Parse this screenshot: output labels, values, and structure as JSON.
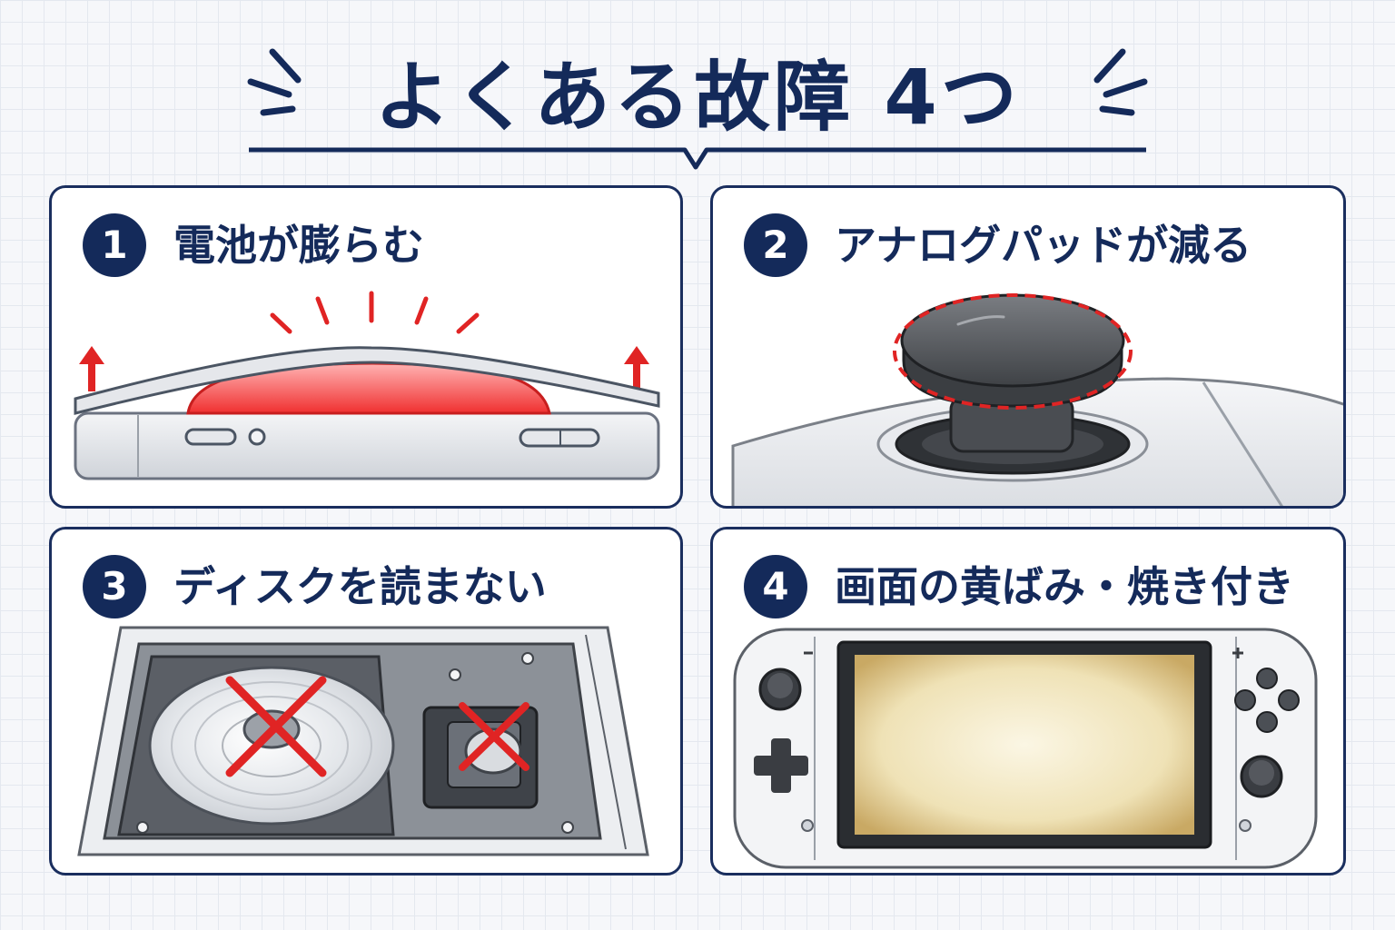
{
  "page": {
    "title": "よくある故障 4つ"
  },
  "cards": [
    {
      "number": "1",
      "title": "電池が膨らむ",
      "illustration": "swollen-battery"
    },
    {
      "number": "2",
      "title": "アナログパッドが減る",
      "illustration": "worn-analog-stick"
    },
    {
      "number": "3",
      "title": "ディスクを読まない",
      "illustration": "disc-drive-failure"
    },
    {
      "number": "4",
      "title": "画面の黄ばみ・焼き付き",
      "illustration": "yellowed-screen"
    }
  ],
  "colors": {
    "navy": "#142a5a",
    "red": "#e02424",
    "yellowed": "#d8c38e",
    "grid": "#e4e8ef"
  }
}
